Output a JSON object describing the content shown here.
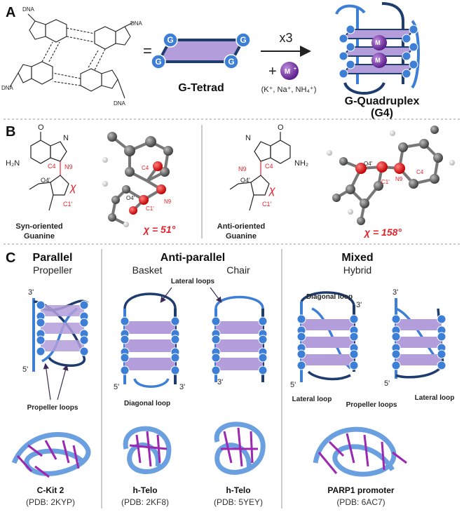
{
  "panels": {
    "a": "A",
    "b": "B",
    "c": "C"
  },
  "panel_a": {
    "dna": "DNA",
    "equals": "=",
    "tetrad_label": "G-Tetrad",
    "times": "x3",
    "plus": "+",
    "metal": "M",
    "metal_sup": "+",
    "ions": "(K⁺, Na⁺, NH₄⁺)",
    "quadruplex_label": "G-Quadruplex",
    "quadruplex_abbr": "(G4)",
    "g": "G"
  },
  "panel_b": {
    "syn_caption_1": "Syn-oriented",
    "syn_caption_2": "Guanine",
    "anti_caption_1": "Anti-oriented",
    "anti_caption_2": "Guanine",
    "chi_syn": "χ = 51°",
    "chi_anti": "χ = 158°",
    "chi": "χ",
    "atoms": {
      "c4": "C4",
      "n9": "N9",
      "o4": "O4'",
      "c1": "C1'",
      "h2n": "H₂N",
      "nh2": "NH₂",
      "o": "O",
      "n": "N",
      "nh": "N",
      "h": "H"
    }
  },
  "panel_c": {
    "parallel_title": "Parallel",
    "parallel_sub": "Propeller",
    "anti_title": "Anti-parallel",
    "basket": "Basket",
    "chair": "Chair",
    "mixed_title": "Mixed",
    "hybrid": "Hybrid",
    "lateral_loops": "Lateral loops",
    "diagonal_loop": "Diagonal loop",
    "propeller_loops": "Propeller loops",
    "lateral_loop": "Lateral loop",
    "three_prime": "3'",
    "five_prime": "5'",
    "structures": [
      {
        "name": "C-Kit 2",
        "pdb": "(PDB: 2KYP)"
      },
      {
        "name": "h-Telo",
        "pdb": "(PDB: 2KF8)"
      },
      {
        "name": "h-Telo",
        "pdb": "(PDB: 5YEY)"
      },
      {
        "name": "PARP1 promoter",
        "pdb": "(PDB: 6AC7)"
      }
    ]
  },
  "colors": {
    "tetrad": "#b39ddb",
    "strand_dark": "#1f3c6e",
    "strand_light": "#3d7fd6",
    "ion": "#7b3aa8",
    "red": "#e3232b"
  }
}
